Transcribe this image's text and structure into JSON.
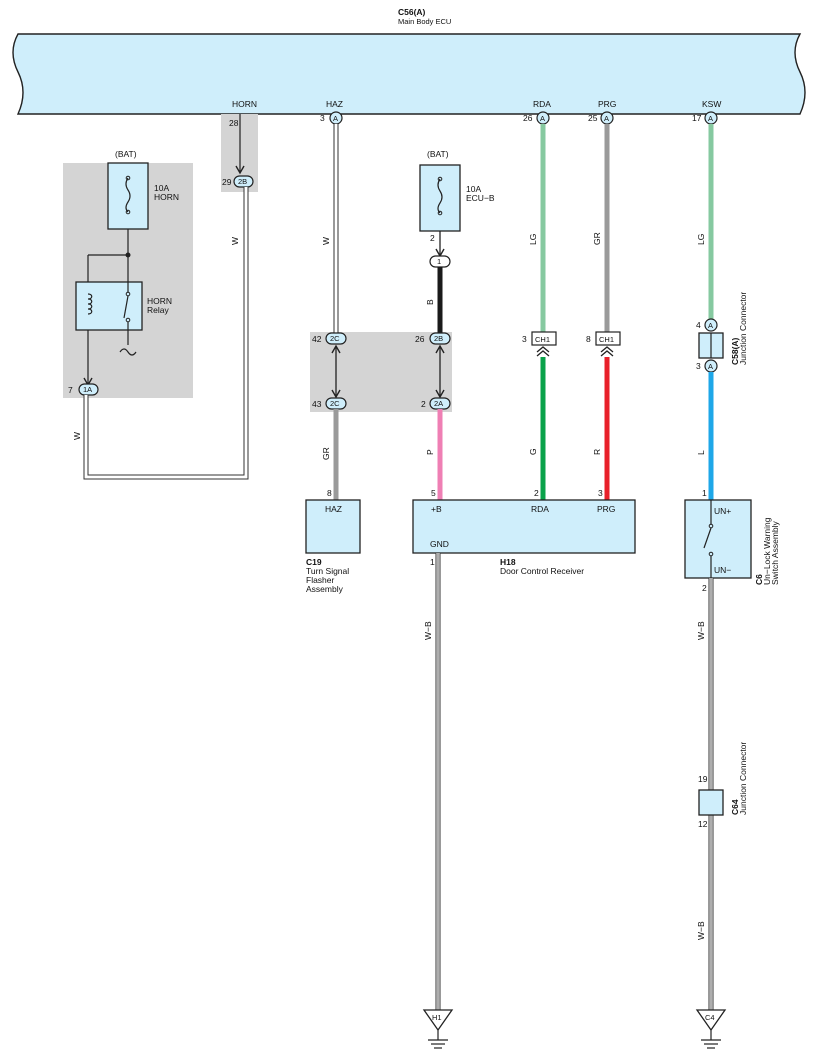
{
  "colors": {
    "ecu_fill": "#cfeefb",
    "shade": "#d4d4d4",
    "wire_white": "#ffffff",
    "wire_black": "#1a1a1a",
    "wire_light_green": "#86c9a0",
    "wire_gray": "#9a9a9a",
    "wire_pink": "#ef7fb4",
    "wire_green": "#0aa24a",
    "wire_red": "#e8202a",
    "wire_blue": "#1ea7e8",
    "outline": "#222222"
  },
  "ecu": {
    "id": "C56(A)",
    "name": "Main Body ECU",
    "pins": {
      "horn": {
        "label": "HORN",
        "number": "28"
      },
      "haz": {
        "label": "HAZ",
        "number": "3",
        "conn": "A"
      },
      "rda": {
        "label": "RDA",
        "number": "26",
        "conn": "A"
      },
      "prg": {
        "label": "PRG",
        "number": "25",
        "conn": "A"
      },
      "ksw": {
        "label": "KSW",
        "number": "17",
        "conn": "A"
      }
    }
  },
  "horn_circuit": {
    "bat": "(BAT)",
    "fuse_amp": "10A",
    "fuse_name": "HORN",
    "relay_line1": "HORN",
    "relay_line2": "Relay",
    "terminal_pin": "7",
    "terminal_conn": "1A",
    "wire_color": "W"
  },
  "horn_junction": {
    "pin": "29",
    "conn": "2B",
    "wire_color": "W"
  },
  "ecub_fuse": {
    "bat": "(BAT)",
    "amp": "10A",
    "name": "ECU−B",
    "pin": "2",
    "plug": "1",
    "wire_color": "B"
  },
  "junction_block": {
    "left_top_pin": "42",
    "left_top_conn": "2C",
    "left_bottom_pin": "43",
    "left_bottom_conn": "2C",
    "right_top_pin": "26",
    "right_top_conn": "2B",
    "right_bottom_pin": "2",
    "right_bottom_conn": "2A"
  },
  "wires": {
    "haz_upper": "W",
    "haz_lower": "GR",
    "rda_upper": "LG",
    "rda_lower": "G",
    "prg_upper": "GR",
    "prg_lower": "R",
    "ksw_upper": "LG",
    "ksw_lower": "L",
    "b_lower": "P",
    "gnd_h1": "W−B",
    "gnd_c4_upper": "W−B",
    "gnd_c4_lower": "W−B"
  },
  "inline_connectors": {
    "rda": {
      "pin": "3",
      "label": "CH1"
    },
    "prg": {
      "pin": "8",
      "label": "CH1"
    }
  },
  "c58": {
    "id": "C58(A)",
    "name": "Junction Connector",
    "top_pin": "4",
    "top_conn": "A",
    "bottom_pin": "3",
    "bottom_conn": "A"
  },
  "c19": {
    "id": "C19",
    "name_lines": [
      "Turn Signal",
      "Flasher",
      "Assembly"
    ],
    "terminal": "HAZ",
    "pin": "8"
  },
  "h18": {
    "id": "H18",
    "name": "Door Control Receiver",
    "term_b": "+B",
    "term_rda": "RDA",
    "term_prg": "PRG",
    "term_gnd": "GND",
    "pin_b": "5",
    "pin_rda": "2",
    "pin_prg": "3",
    "pin_gnd": "1"
  },
  "c6": {
    "id": "C6",
    "name_lines": [
      "Un−Lock Warning",
      "Switch Assembly"
    ],
    "term_plus": "UN+",
    "term_minus": "UN−",
    "pin_top": "1",
    "pin_bottom": "2"
  },
  "c64": {
    "id": "C64",
    "name": "Junction Connector",
    "pin_top": "19",
    "pin_bottom": "12"
  },
  "grounds": {
    "h1": "H1",
    "c4": "C4"
  }
}
